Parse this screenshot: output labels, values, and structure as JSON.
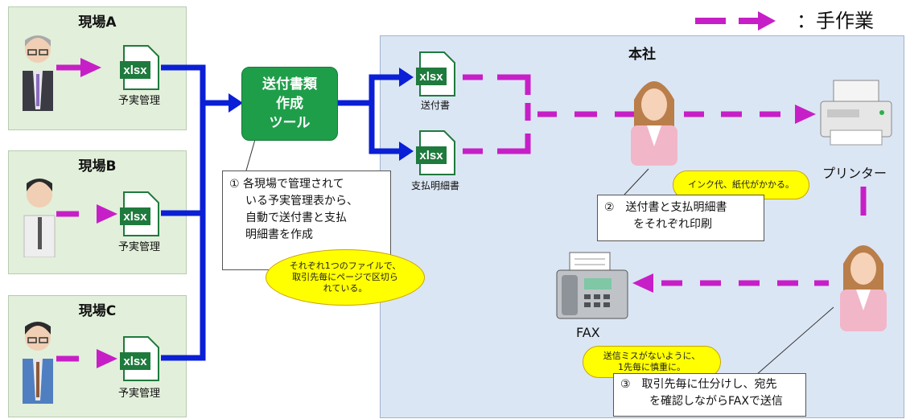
{
  "legend": {
    "label": "：手作業"
  },
  "sites": [
    {
      "title": "現場A",
      "file_label": "予実管理"
    },
    {
      "title": "現場B",
      "file_label": "予実管理"
    },
    {
      "title": "現場C",
      "file_label": "予実管理"
    }
  ],
  "file_icon": {
    "text": "xlsx"
  },
  "tool": {
    "line1": "送付書類",
    "line2": "作成",
    "line3": "ツール"
  },
  "note1": {
    "line1": "① 各現場で管理されて",
    "line2": "いる予実管理表から、",
    "line3": "自動で送付書と支払",
    "line4": "明細書を作成"
  },
  "bubble1": {
    "line1": "それぞれ1つのファイルで、",
    "line2": "取引先毎にページで区切ら",
    "line3": "れている。"
  },
  "hq": {
    "title": "本社"
  },
  "outputs": {
    "doc1": "送付書",
    "doc2": "支払明細書"
  },
  "printer": {
    "label": "プリンター"
  },
  "bubble2": {
    "text": "インク代、紙代がかかる。"
  },
  "note2": {
    "line1": "②　送付書と支払明細書",
    "line2": "をそれぞれ印刷"
  },
  "fax": {
    "label": "FAX"
  },
  "bubble3": {
    "line1": "送信ミスがないように、",
    "line2": "1先毎に慎重に。"
  },
  "note3": {
    "line1": "③　取引先毎に仕分けし、宛先",
    "line2": "を確認しながらFAXで送信"
  },
  "colors": {
    "auto_flow": "#0a1fd6",
    "manual_flow": "#c71fc7",
    "tool_green": "#1f9e4a",
    "highlight": "#ffff00"
  }
}
